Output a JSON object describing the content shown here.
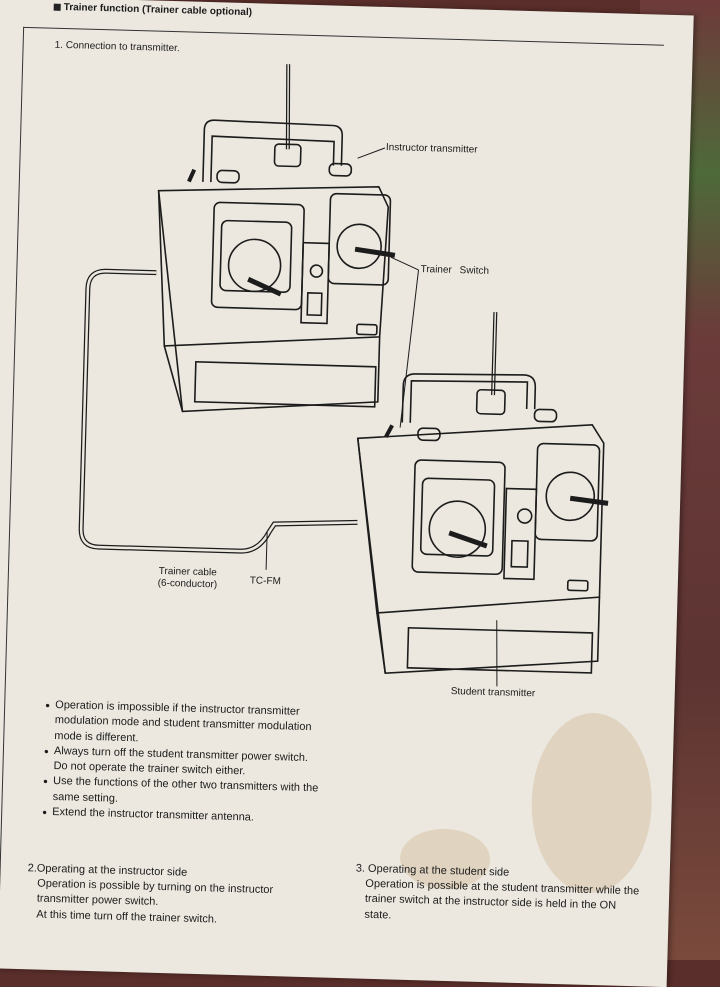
{
  "header": {
    "title": "Trainer function (Trainer cable optional)"
  },
  "diagram": {
    "instructor_label": "Instructor transmitter",
    "switch_label": "Trainer Switch",
    "cable_label": [
      "Trainer cable",
      "(6-conductor)"
    ],
    "tcfm_label": "TC-FM",
    "student_label": "Student transmitter"
  },
  "notes": [
    [
      "Operation is impossible if the instructor transmitter",
      "modulation mode and student transmitter modulation",
      "mode is different."
    ],
    [
      "Always turn off the student transmitter power switch.",
      "Do not operate the trainer switch either."
    ],
    [
      "Use the functions of the other two transmitters with the",
      "same setting."
    ],
    [
      "Extend the instructor transmitter antenna."
    ]
  ],
  "steps": [
    {
      "heading": "1. Connection to transmitter."
    },
    {
      "heading": "2.Operating at the instructor side",
      "lines": [
        "Operation is possible by turning on the instructor",
        "transmitter power switch.",
        "At this time turn off the trainer  switch."
      ]
    },
    {
      "heading": "3. Operating at the student side",
      "lines": [
        "Operation is possible at the student transmitter while the",
        "trainer switch at the instructor side is held in the ON",
        "state."
      ]
    }
  ]
}
